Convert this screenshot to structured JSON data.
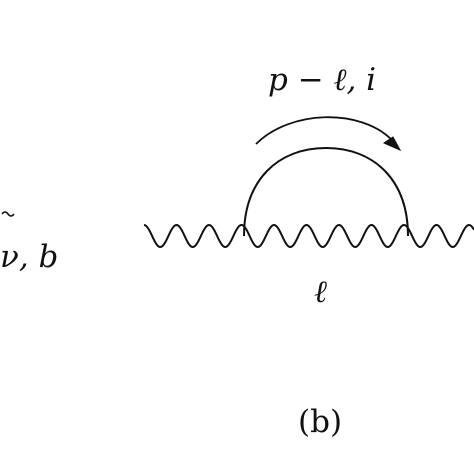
{
  "diagram": {
    "left_panel": {
      "label": "ν, b"
    },
    "right_panel": {
      "loop_momentum_label": "p − ℓ, i",
      "line_label": "ℓ",
      "caption": "(b)"
    }
  },
  "colors": {
    "ink": "#111111",
    "background": "#ffffff"
  }
}
